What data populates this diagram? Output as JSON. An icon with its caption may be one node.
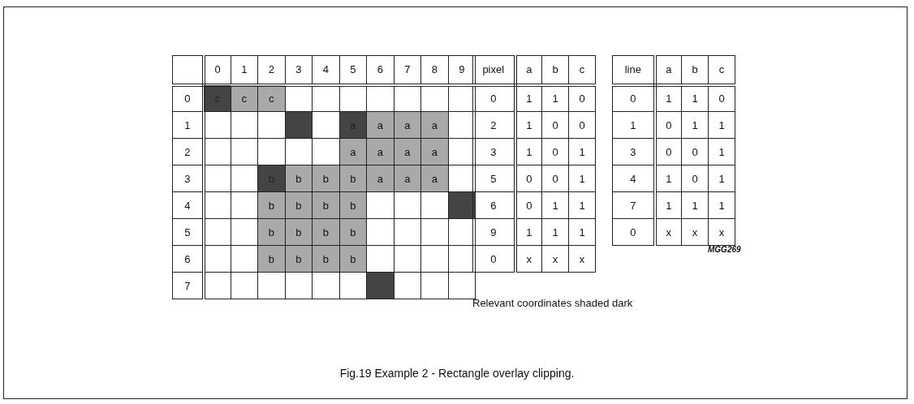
{
  "diagram": {
    "caption": "Fig.19 Example 2 - Rectangle overlay clipping.",
    "labels": [
      "0",
      "1",
      "2",
      "3",
      "4",
      "5",
      "6",
      "7",
      "8",
      "9",
      "0",
      "c",
      "c",
      "c",
      "1",
      "a",
      "a",
      "a",
      "a",
      "2",
      "a",
      "a",
      "a",
      "a",
      "3",
      "b",
      "b",
      "b",
      "b",
      "a",
      "a",
      "a",
      "4",
      "b",
      "b",
      "b",
      "b",
      "5",
      "b",
      "b",
      "b",
      "b",
      "6",
      "b",
      "b",
      "b",
      "b",
      "7",
      "pixel",
      "a",
      "b",
      "c",
      "0",
      "1",
      "1",
      "0",
      "2",
      "1",
      "0",
      "0",
      "3",
      "1",
      "0",
      "1",
      "5",
      "0",
      "0",
      "1",
      "6",
      "0",
      "1",
      "1",
      "9",
      "1",
      "1",
      "1",
      "0",
      "x",
      "x",
      "x",
      "line",
      "a",
      "b",
      "c",
      "0",
      "1",
      "1",
      "0",
      "1",
      "0",
      "1",
      "1",
      "3",
      "0",
      "0",
      "1",
      "4",
      "1",
      "0",
      "1",
      "7",
      "1",
      "1",
      "1",
      "0",
      "x",
      "x",
      "x",
      "MGG269",
      "Relevant coordinates shaded dark"
    ]
  }
}
